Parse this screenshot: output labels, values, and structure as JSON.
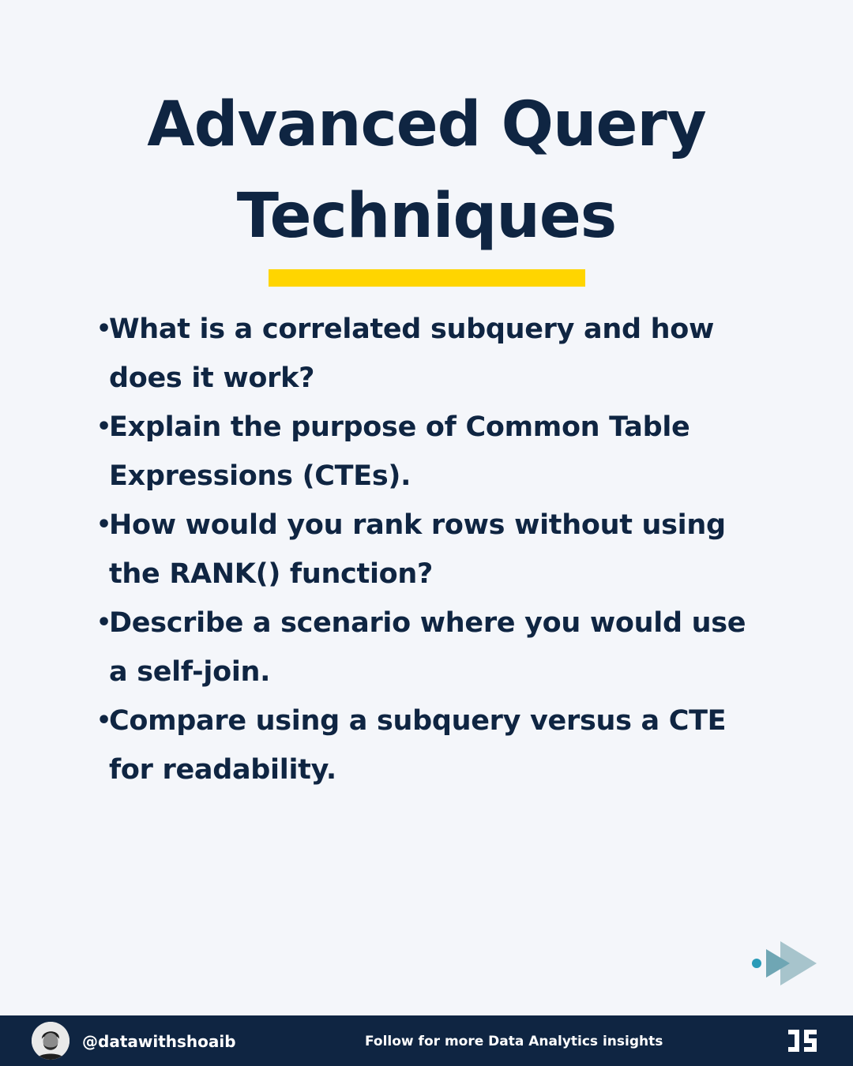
{
  "title": {
    "line1": "Advanced Query",
    "line2": "Techniques"
  },
  "accent_color": "#ffd500",
  "text_color": "#0f2542",
  "bullets": [
    {
      "line1": "What is a correlated subquery and how",
      "line2": "does it work?"
    },
    {
      "line1": "Explain the purpose of Common Table",
      "line2": "Expressions (CTEs)."
    },
    {
      "line1": "How would you rank rows without using",
      "line2": "the RANK() function?"
    },
    {
      "line1": "Describe a scenario where you would use",
      "line2": "a self-join."
    },
    {
      "line1": "Compare using a subquery versus a CTE",
      "line2": "for readability."
    }
  ],
  "bullet_glyph": "•",
  "footer": {
    "handle": "@datawithshoaib",
    "follow_text": "Follow for more Data Analytics insights",
    "logo_icon": "ds-logo-icon",
    "avatar_icon": "profile-avatar"
  }
}
